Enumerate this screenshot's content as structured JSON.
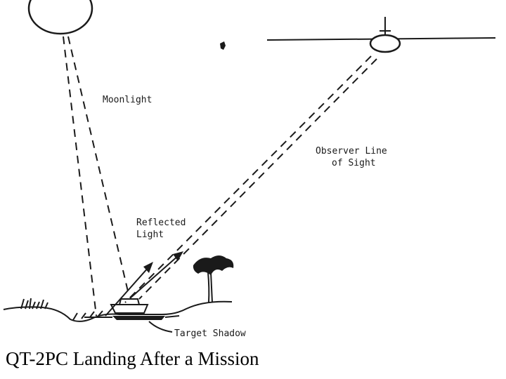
{
  "diagram": {
    "labels": {
      "moonlight": "Moonlight",
      "observer_line_1": "Observer Line",
      "observer_line_2": "of Sight",
      "reflected_1": "Reflected",
      "reflected_2": "Light",
      "target_shadow": "Target Shadow"
    },
    "icons": [
      "moon-icon",
      "aircraft-icon",
      "boat-icon",
      "tree-icon",
      "grass-icon"
    ]
  },
  "caption": "QT-2PC Landing After a Mission"
}
